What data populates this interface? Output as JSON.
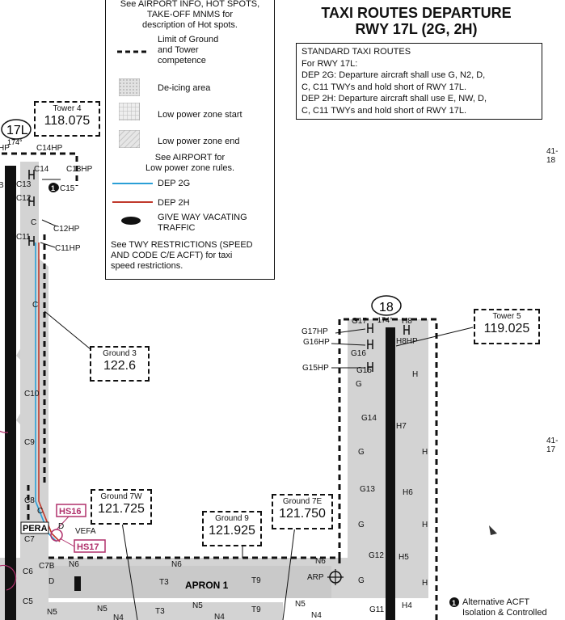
{
  "title": {
    "line1": "TAXI ROUTES DEPARTURE",
    "line2": "RWY 17L (2G, 2H)"
  },
  "standard_routes": {
    "lines": [
      "STANDARD TAXI ROUTES",
      "For RWY 17L:",
      "DEP 2G: Departure aircraft shall use G, N2, D,",
      "C, C11 TWYs and hold short of RWY 17L.",
      "DEP 2H: Departure aircraft shall use E, NW, D,",
      "C, C11 TWYs and hold short of RWY 17L."
    ]
  },
  "legend": {
    "top_text": [
      "See AIRPORT INFO, HOT SPOTS,",
      "TAKE-OFF MNMS for",
      "description of Hot spots."
    ],
    "limit": [
      "Limit of Ground",
      "and Tower",
      "competence"
    ],
    "deicing": "De-icing area",
    "lp_start": "Low power zone start",
    "lp_end": "Low power zone end",
    "see_airport": [
      "See AIRPORT for",
      "Low power zone rules."
    ],
    "dep2g": "DEP 2G",
    "dep2h": "DEP 2H",
    "give_way": [
      "GIVE WAY VACATING",
      "TRAFFIC"
    ],
    "restrictions": [
      "See TWY RESTRICTIONS (SPEED",
      "AND CODE C/E ACFT) for taxi",
      "speed restrictions."
    ],
    "colors": {
      "dep2g": "#2a9fd6",
      "dep2h": "#c0392b"
    }
  },
  "frequencies": {
    "tower4": {
      "name": "Tower 4",
      "freq": "118.075"
    },
    "ground3": {
      "name": "Ground 3",
      "freq": "122.6"
    },
    "ground7w": {
      "name": "Ground 7W",
      "freq": "121.725"
    },
    "ground9": {
      "name": "Ground 9",
      "freq": "121.925"
    },
    "ground7e": {
      "name": "Ground 7E",
      "freq": "121.750"
    },
    "tower5": {
      "name": "Tower 5",
      "freq": "119.025"
    }
  },
  "runways": {
    "r17l": "17L",
    "r18": "18",
    "hdg": "174°"
  },
  "side_refs": {
    "a": "41-18",
    "b": "41-17"
  },
  "map_labels": {
    "c14hp": "C14HP",
    "c14": "C14",
    "c13hp": "C13HP",
    "c13": "C13",
    "c15": "C15",
    "c12": "C12",
    "c": "C",
    "c12hp": "C12HP",
    "c11": "C11",
    "c11hp": "C11HP",
    "c10": "C10",
    "c9": "C9",
    "c8": "C8",
    "c7": "C7",
    "c7b": "C7B",
    "c6": "C6",
    "c5": "C5",
    "d": "D",
    "n5": "N5",
    "n4": "N4",
    "n6": "N6",
    "t3": "T3",
    "t9": "T9",
    "apron": "APRON 1",
    "arp": "ARP",
    "g17": "G17",
    "h8": "H8",
    "g17hp": "G17HP",
    "g16hp": "G16HP",
    "h8hp": "H8HP",
    "g16": "G16",
    "g15hp": "G15HP",
    "g15": "G15",
    "g": "G",
    "h": "H",
    "g14": "G14",
    "h7": "H7",
    "g13": "G13",
    "h6": "H6",
    "g12": "G12",
    "h5": "H5",
    "g11": "G11",
    "h4": "H4",
    "hs16": "HS16",
    "hs17": "HS17",
    "vefa": "VEFA",
    "pera": "PERA",
    "hp": "HP",
    "b": "B"
  },
  "footnote": {
    "num": "1",
    "lines": [
      "Alternative ACFT",
      "Isolation & Controlled"
    ]
  }
}
